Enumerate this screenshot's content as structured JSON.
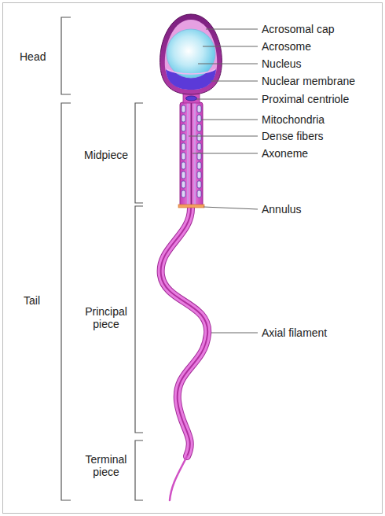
{
  "diagram": {
    "labels": [
      "Head",
      "Acrosomal cap",
      "Acrosome",
      "Nucleus",
      "Nuclear membrane",
      "Proximal centriole",
      "Midpiece",
      "Mitochondria",
      "Dense fibers",
      "Axoneme",
      "Tail",
      "Annulus",
      "Principal piece",
      "Axial filament",
      "Terminal piece"
    ]
  }
}
